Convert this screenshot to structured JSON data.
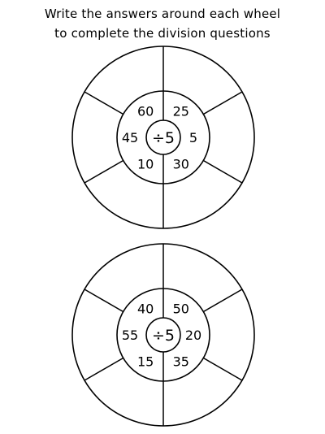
{
  "instructions": {
    "line1": "Write the answers around each wheel",
    "line2": "to complete the division questions"
  },
  "wheels": [
    {
      "operation": "÷5",
      "numbers": [
        "60",
        "25",
        "5",
        "30",
        "10",
        "45"
      ],
      "answers": [
        "",
        "",
        "",
        "",
        "",
        ""
      ]
    },
    {
      "operation": "÷5",
      "numbers": [
        "40",
        "50",
        "20",
        "35",
        "15",
        "55"
      ],
      "answers": [
        "",
        "",
        "",
        "",
        "",
        ""
      ]
    }
  ]
}
